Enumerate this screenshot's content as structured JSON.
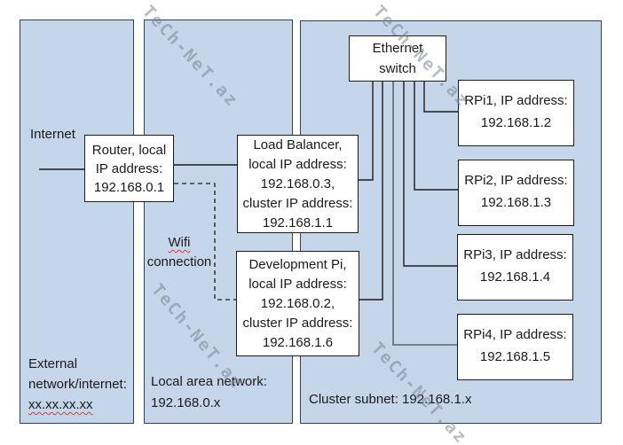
{
  "watermark": {
    "text": "TeCh-NeT.az"
  },
  "colors": {
    "panel_fill": "#c6d6ea",
    "panel_border": "#32404f",
    "box_border": "#1c1c1c",
    "link_line": "#1c1c1c",
    "rpi4_link_line": "#5a6570",
    "spellcheck_squiggle": "#e03a3a"
  },
  "panels": {
    "external": {
      "label": "Internet",
      "footer": [
        "External",
        "network/internet:",
        "xx.xx.xx.xx"
      ]
    },
    "lan": {
      "wifi": [
        "Wifi",
        "connection"
      ],
      "footer": [
        "Local area network:",
        "192.168.0.x"
      ]
    },
    "cluster": {
      "footer": "Cluster subnet: 192.168.1.x"
    }
  },
  "nodes": {
    "router": {
      "lines": [
        "Router, local",
        "IP address:",
        "192.168.0.1"
      ]
    },
    "load_balancer": {
      "lines": [
        "Load Balancer,",
        "local IP address:",
        "192.168.0.3,",
        "cluster IP address:",
        "192.168.1.1"
      ]
    },
    "development_pi": {
      "lines": [
        "Development Pi,",
        "local IP address:",
        "192.168.0.2,",
        "cluster IP address:",
        "192.168.1.6"
      ]
    },
    "ethernet_switch": {
      "lines": [
        "Ethernet",
        "switch"
      ]
    },
    "rpi1": {
      "lines": [
        "RPi1, IP address:",
        "192.168.1.2"
      ]
    },
    "rpi2": {
      "lines": [
        "RPi2, IP address:",
        "192.168.1.3"
      ]
    },
    "rpi3": {
      "lines": [
        "RPi3, IP address:",
        "192.168.1.4"
      ]
    },
    "rpi4": {
      "lines": [
        "RPi4, IP address:",
        "192.168.1.5"
      ]
    }
  }
}
